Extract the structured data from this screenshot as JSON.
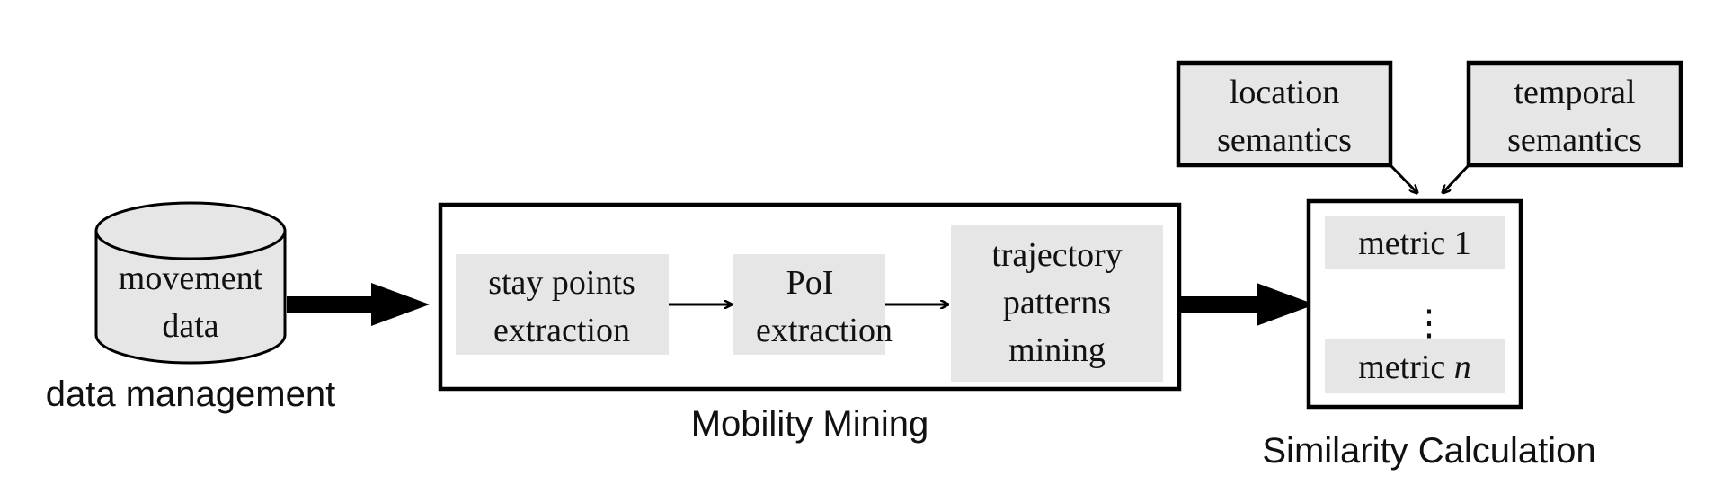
{
  "colors": {
    "stroke": "#000000",
    "panel_fill": "#e6e6e6",
    "text": "#111111",
    "background": "#ffffff"
  },
  "data_management": {
    "cylinder_line1": "movement",
    "cylinder_line2": "data",
    "caption": "data management"
  },
  "mobility_mining": {
    "caption": "Mobility Mining",
    "stay_points": {
      "line1": "stay points",
      "line2": "extraction"
    },
    "poi": {
      "line1": "PoI",
      "line2": "extraction"
    },
    "trajectory": {
      "line1": "trajectory",
      "line2": "patterns",
      "line3": "mining"
    }
  },
  "semantics": {
    "location": {
      "line1": "location",
      "line2": "semantics"
    },
    "temporal": {
      "line1": "temporal",
      "line2": "semantics"
    }
  },
  "similarity": {
    "caption": "Similarity Calculation",
    "metric_first": "metric 1",
    "metric_last_prefix": "metric ",
    "metric_last_var": "n",
    "ellipsis": "⋮"
  }
}
